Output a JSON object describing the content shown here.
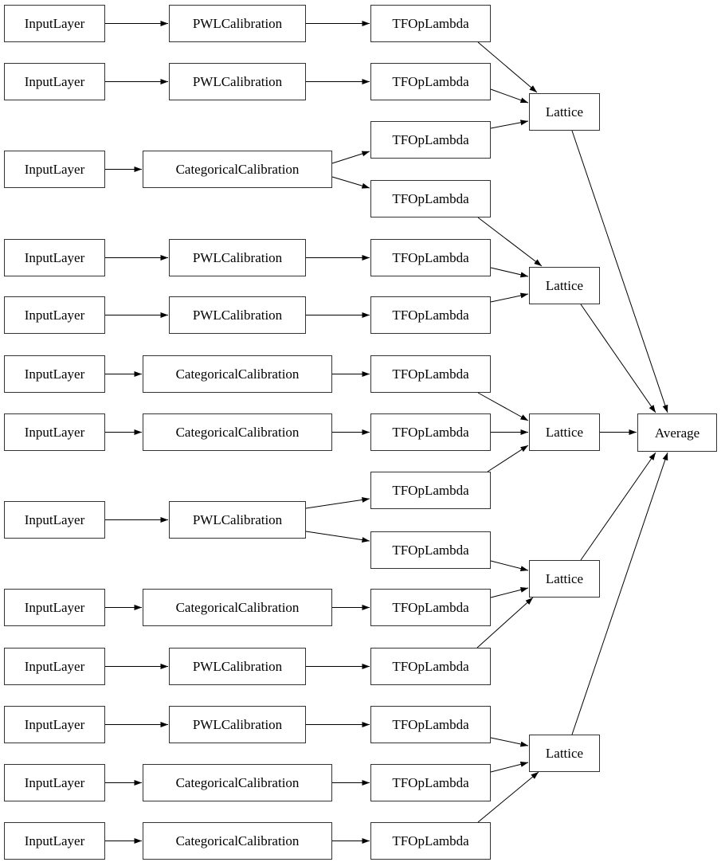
{
  "diagram": {
    "type": "keras-model-graph",
    "background_color": "#ffffff",
    "edge_color": "#000000",
    "node_border_color": "#333333",
    "labels": {
      "input_layer": "InputLayer",
      "pwl_calibration": "PWLCalibration",
      "categorical_calibration": "CategoricalCalibration",
      "tf_op_lambda": "TFOpLambda",
      "lattice": "Lattice",
      "average": "Average"
    },
    "node_counts": {
      "input_layer": 13,
      "pwl_calibration": 7,
      "categorical_calibration": 6,
      "tf_op_lambda": 15,
      "lattice": 5,
      "average": 1
    }
  }
}
